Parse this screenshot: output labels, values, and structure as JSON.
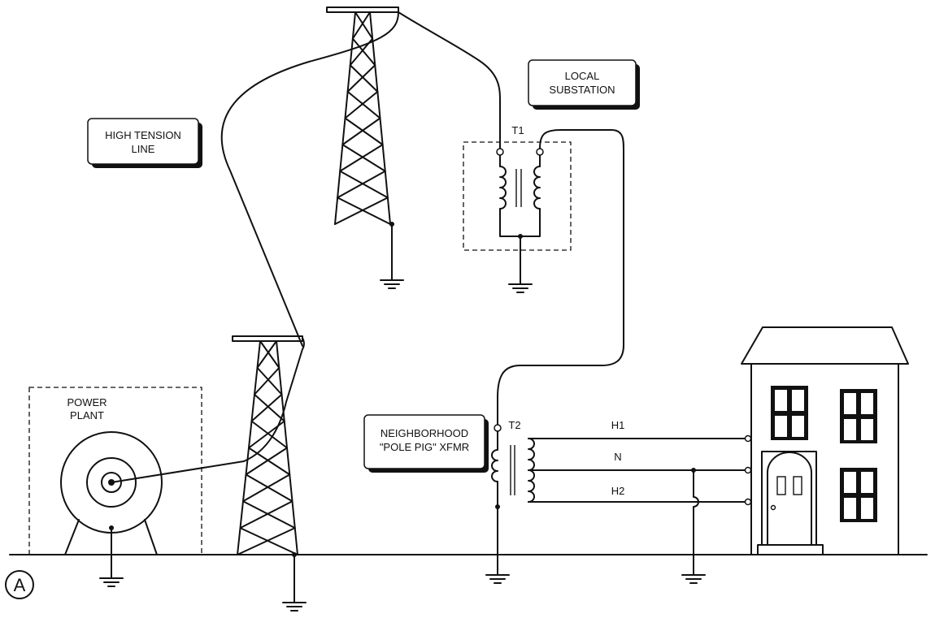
{
  "labels": {
    "high_tension": [
      "HIGH TENSION",
      "LINE"
    ],
    "local_substation": [
      "LOCAL",
      "SUBSTATION"
    ],
    "power_plant": [
      "POWER",
      "PLANT"
    ],
    "neighborhood": [
      "NEIGHBORHOOD",
      "\"POLE PIG\" XFMR"
    ],
    "t1": "T1",
    "t2": "T2",
    "h1": "H1",
    "n": "N",
    "h2": "H2",
    "figure_letter": "A"
  }
}
